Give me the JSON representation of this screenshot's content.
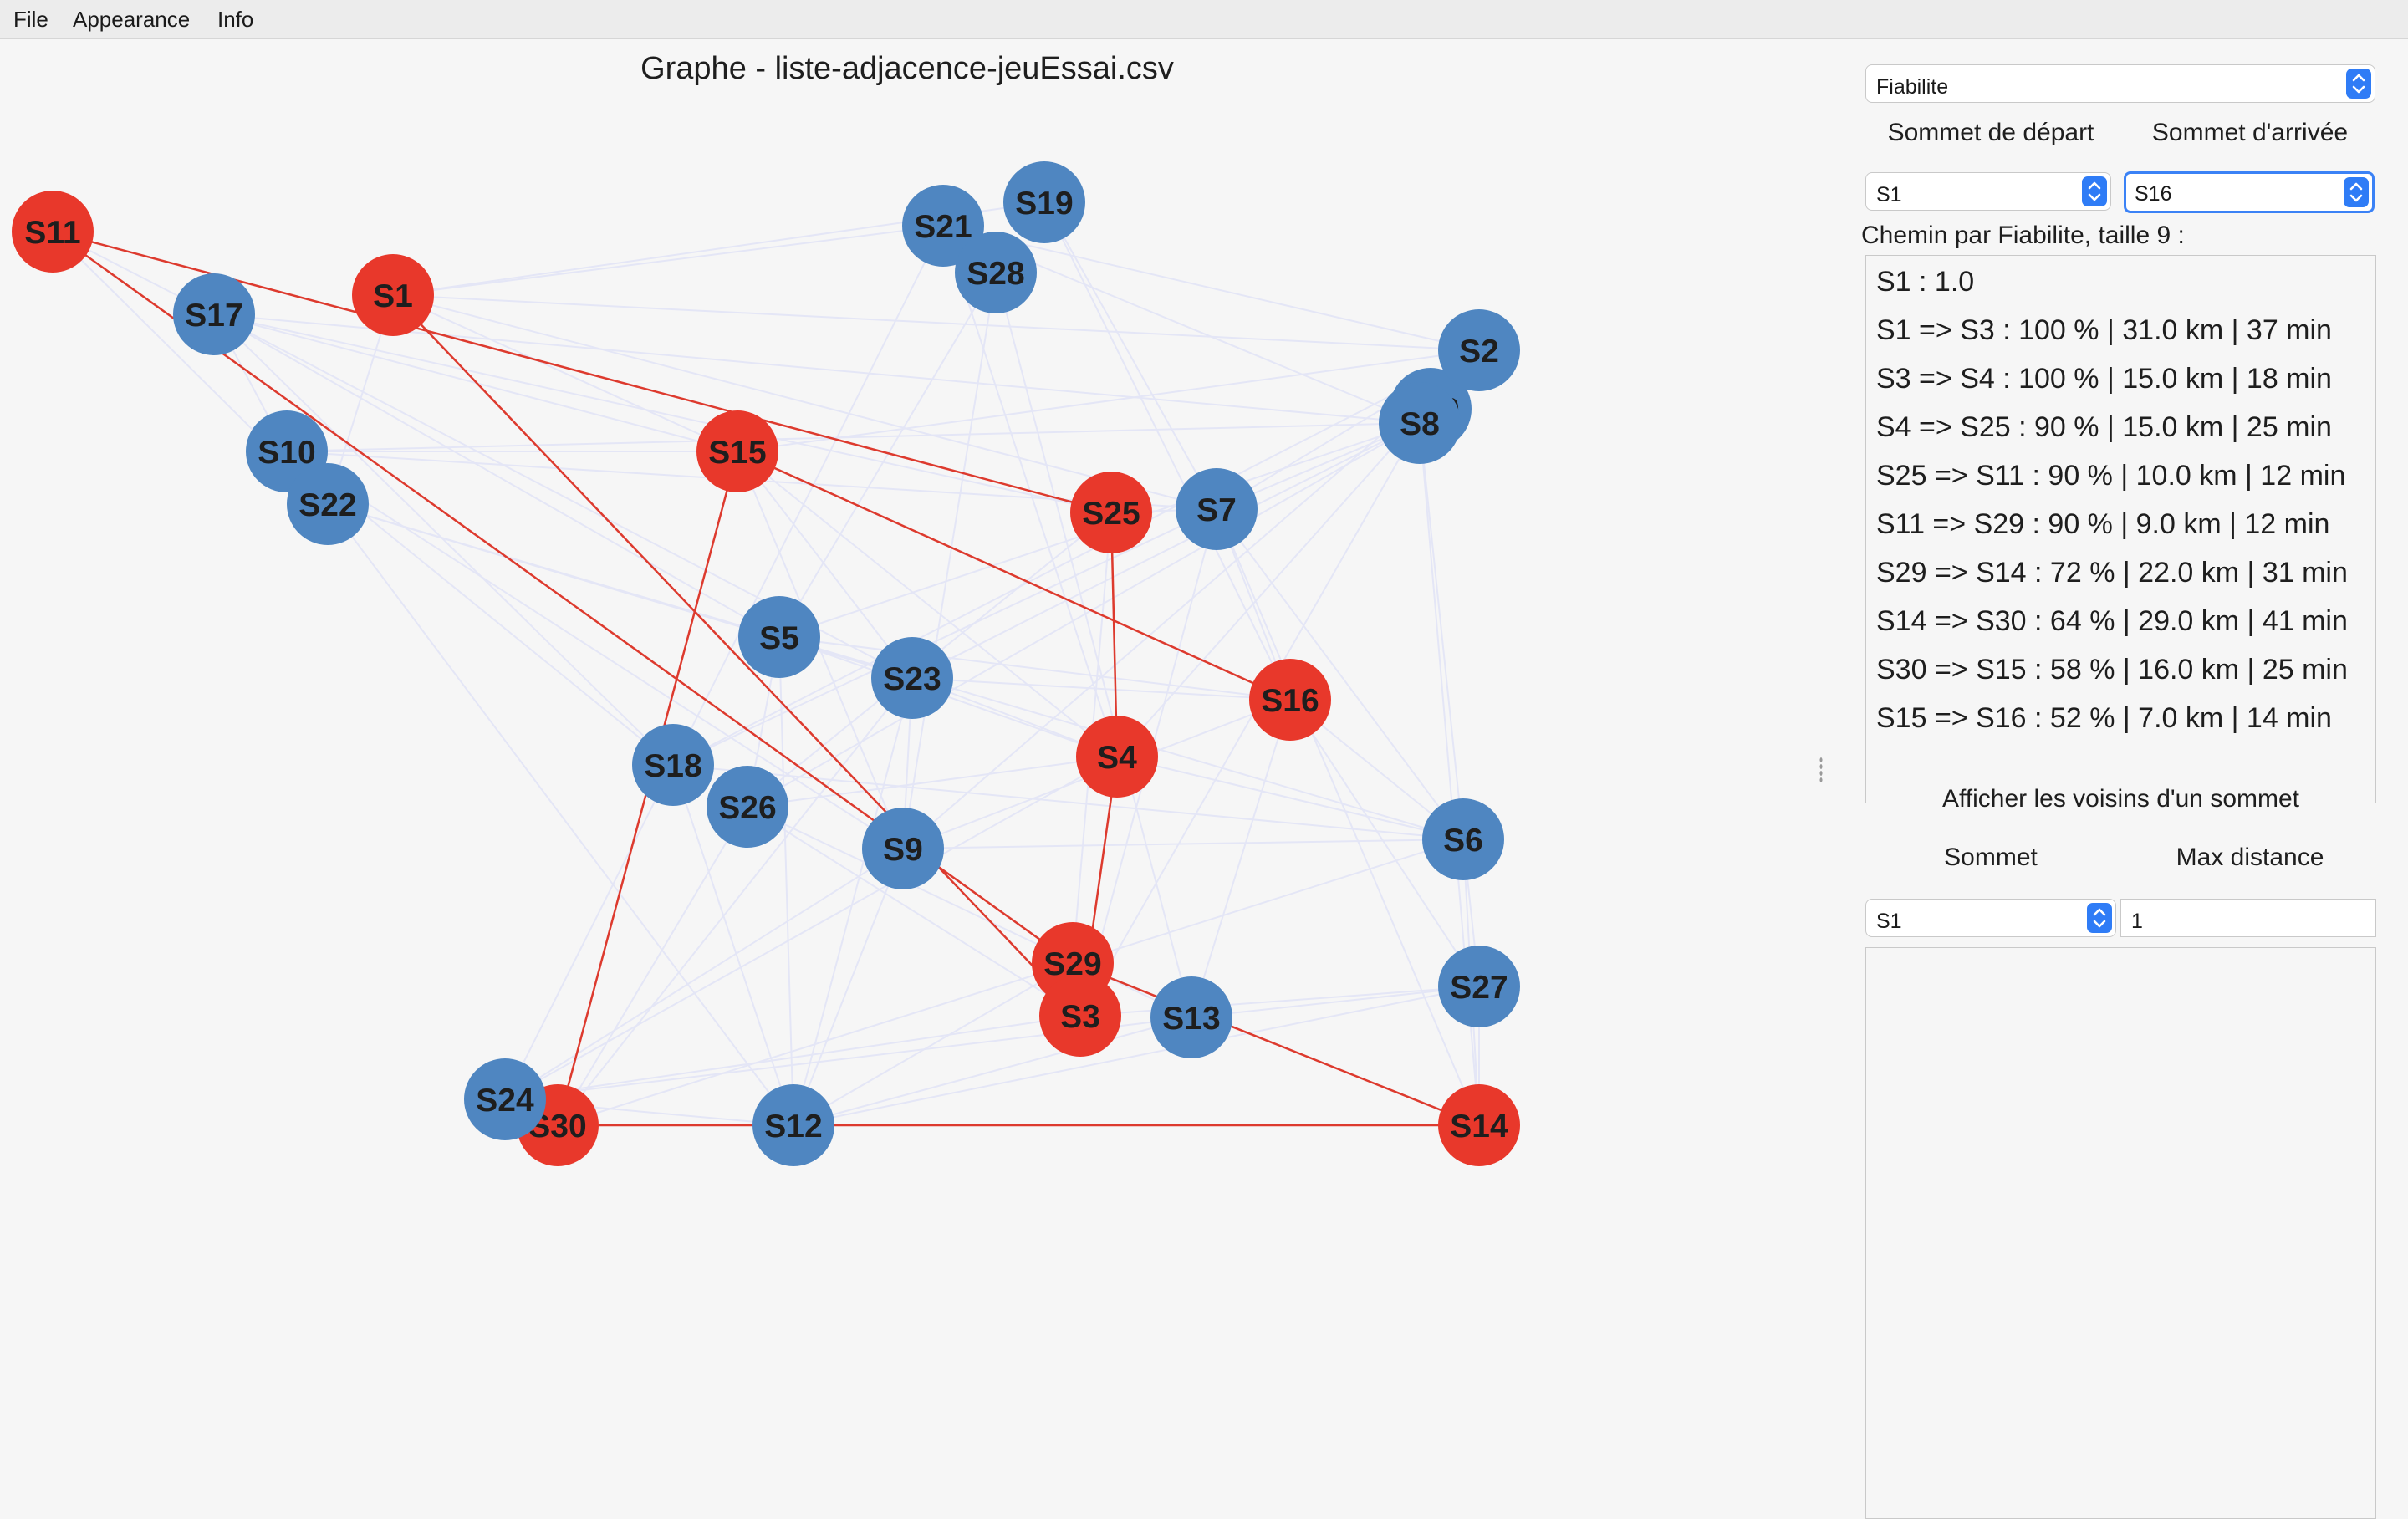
{
  "menu": {
    "file": "File",
    "appearance": "Appearance",
    "info": "Info"
  },
  "graph": {
    "title": "Graphe - liste-adjacence-jeuEssai.csv",
    "colors": {
      "highlight": "#e8382b",
      "normal": "#4f86c1",
      "edge": "#e4e6f6",
      "path_edge": "#dd3a2e"
    },
    "nodes": [
      {
        "id": "S1",
        "highlighted": true
      },
      {
        "id": "S2",
        "highlighted": false
      },
      {
        "id": "S3",
        "highlighted": true
      },
      {
        "id": "S4",
        "highlighted": true
      },
      {
        "id": "S5",
        "highlighted": false
      },
      {
        "id": "S6",
        "highlighted": false
      },
      {
        "id": "S7",
        "highlighted": false
      },
      {
        "id": "S8",
        "highlighted": false
      },
      {
        "id": "S9",
        "highlighted": false
      },
      {
        "id": "S10",
        "highlighted": false
      },
      {
        "id": "S11",
        "highlighted": true
      },
      {
        "id": "S12",
        "highlighted": false
      },
      {
        "id": "S13",
        "highlighted": false
      },
      {
        "id": "S14",
        "highlighted": true
      },
      {
        "id": "S15",
        "highlighted": true
      },
      {
        "id": "S16",
        "highlighted": true
      },
      {
        "id": "S17",
        "highlighted": false
      },
      {
        "id": "S18",
        "highlighted": false
      },
      {
        "id": "S19",
        "highlighted": false
      },
      {
        "id": "S20",
        "highlighted": false
      },
      {
        "id": "S21",
        "highlighted": false
      },
      {
        "id": "S22",
        "highlighted": false
      },
      {
        "id": "S23",
        "highlighted": false
      },
      {
        "id": "S24",
        "highlighted": false
      },
      {
        "id": "S25",
        "highlighted": true
      },
      {
        "id": "S26",
        "highlighted": false
      },
      {
        "id": "S27",
        "highlighted": false
      },
      {
        "id": "S28",
        "highlighted": false
      },
      {
        "id": "S29",
        "highlighted": true
      },
      {
        "id": "S30",
        "highlighted": true
      }
    ],
    "path_edges": [
      [
        "S1",
        "S3"
      ],
      [
        "S3",
        "S4"
      ],
      [
        "S4",
        "S25"
      ],
      [
        "S25",
        "S11"
      ],
      [
        "S11",
        "S29"
      ],
      [
        "S29",
        "S14"
      ],
      [
        "S14",
        "S30"
      ],
      [
        "S30",
        "S15"
      ],
      [
        "S15",
        "S16"
      ]
    ]
  },
  "sidebar": {
    "criterion": "Fiabilite",
    "start_label": "Sommet de départ",
    "end_label": "Sommet d'arrivée",
    "start_value": "S1",
    "end_value": "S16",
    "path_title": "Chemin par Fiabilite, taille 9 :",
    "path_lines": [
      "S1 : 1.0",
      "S1 => S3 : 100 % | 31.0 km | 37 min",
      "S3 => S4 : 100 % | 15.0 km | 18 min",
      "S4 => S25 : 90 % | 15.0 km | 25 min",
      "S25 => S11 : 90 % | 10.0 km | 12 min",
      "S11 => S29 : 90 % | 9.0 km | 12 min",
      "S29 => S14 : 72 % | 22.0 km | 31 min",
      "S14 => S30 : 64 % | 29.0 km | 41 min",
      "S30 => S15 : 58 % | 16.0 km | 25 min",
      "S15 => S16 : 52 % | 7.0 km | 14 min"
    ],
    "neighbors_title": "Afficher les voisins d'un sommet",
    "vertex_label": "Sommet",
    "max_distance_label": "Max distance",
    "vertex_value": "S1",
    "max_distance_value": "1"
  }
}
